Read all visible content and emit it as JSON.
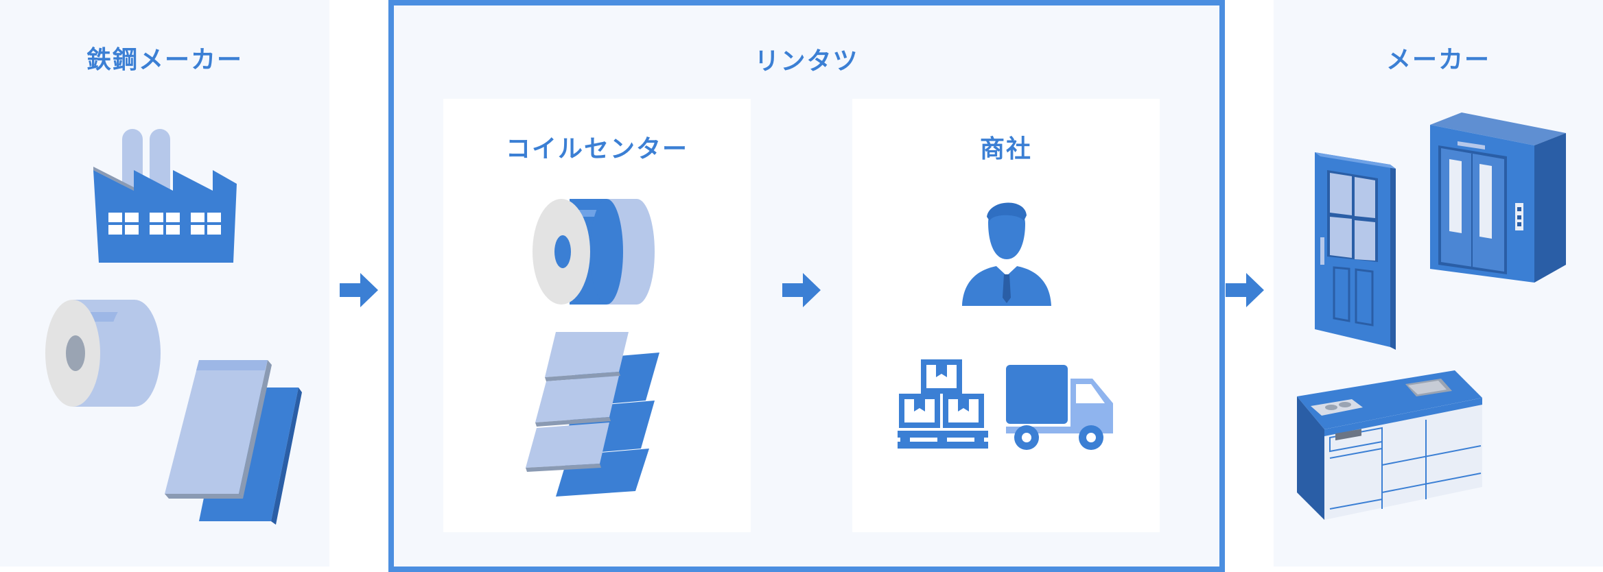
{
  "steel_maker": {
    "title": "鉄鋼メーカー"
  },
  "rintatsu": {
    "title": "リンタツ"
  },
  "coil_center": {
    "title": "コイルセンター"
  },
  "trading_company": {
    "title": "商社"
  },
  "maker": {
    "title": "メーカー"
  },
  "colors": {
    "accent": "#3b7fd4",
    "panel_bg": "#f5f8fd",
    "border": "#4b8ee0"
  }
}
